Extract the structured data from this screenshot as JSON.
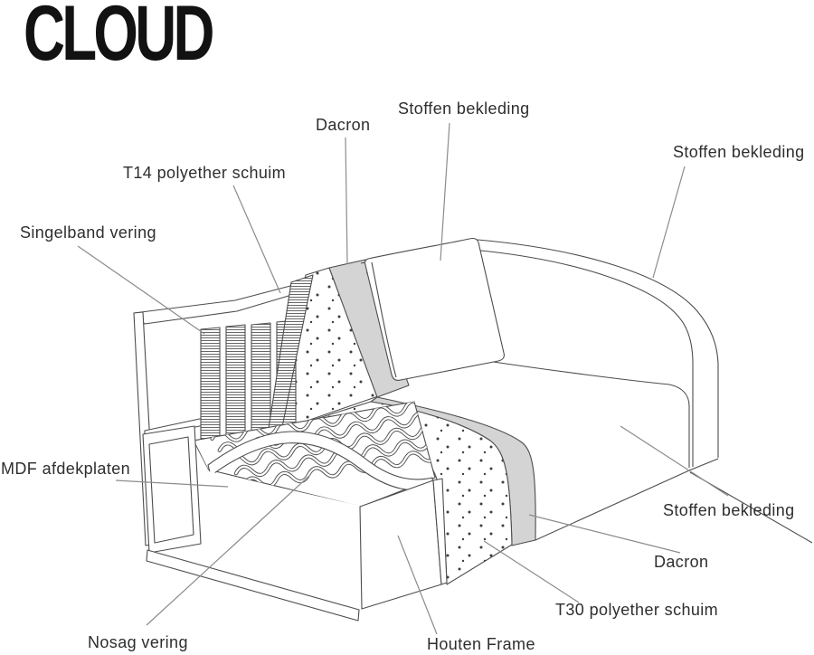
{
  "logo": {
    "text": "CLOUD"
  },
  "labels": {
    "t14": "T14 polyether schuim",
    "dacron_top": "Dacron",
    "stoffen_top": "Stoffen bekleding",
    "stoffen_right": "Stoffen bekleding",
    "singelband": "Singelband vering",
    "mdf": "MDF afdekplaten",
    "nosag": "Nosag vering",
    "houten_frame": "Houten Frame",
    "t30": "T30 polyether schuim",
    "dacron_bottom": "Dacron",
    "stoffen_bottom": "Stoffen bekleding"
  },
  "colors": {
    "line": "#4d4d4d",
    "leader": "#8c8c8c",
    "fill_gray": "#d4d4d4",
    "text": "#2e2e2e",
    "logo": "#121212",
    "background": "#ffffff"
  }
}
